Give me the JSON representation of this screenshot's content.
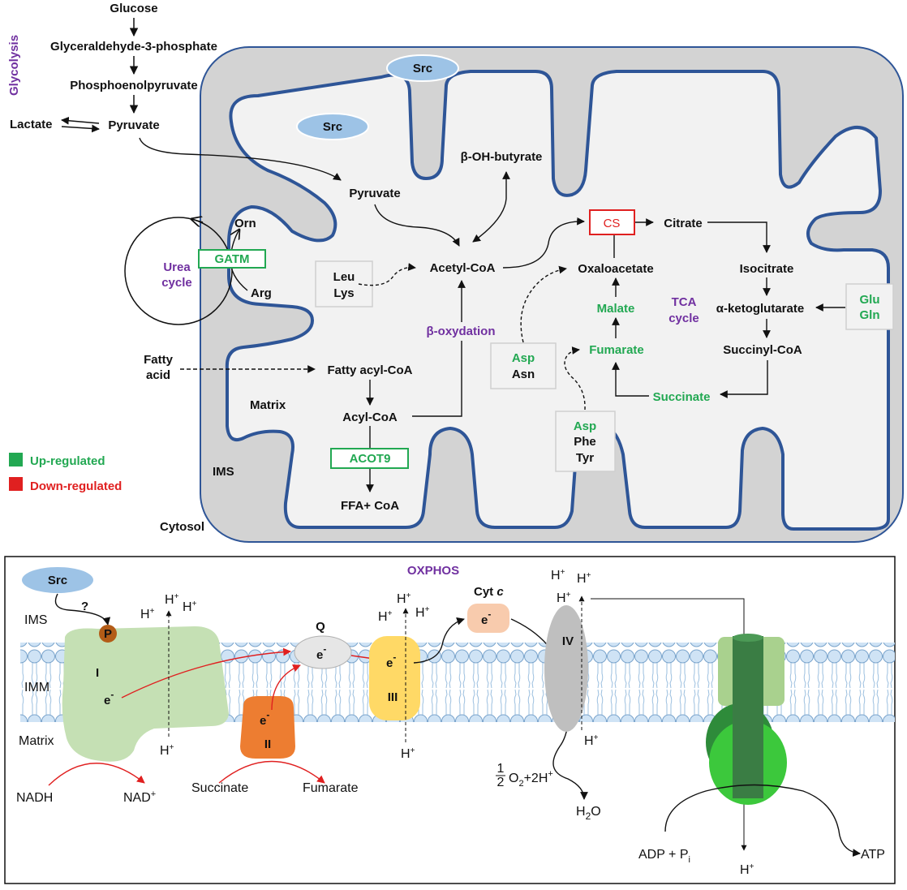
{
  "glycolysis": {
    "title": "Glycolysis",
    "glucose": "Glucose",
    "g3p": "Glyceraldehyde-3-phosphate",
    "pep": "Phosphoenolpyruvate",
    "pyruvate": "Pyruvate",
    "lactate": "Lactate"
  },
  "compartments": {
    "matrix": "Matrix",
    "ims": "IMS",
    "cytosol": "Cytosol"
  },
  "src_label": "Src",
  "urea": {
    "line1": "Urea",
    "line2": "cycle",
    "orn": "Orn",
    "arg": "Arg",
    "gatm": "GATM"
  },
  "metabolism": {
    "pyruvate": "Pyruvate",
    "bohb": "β-OH-butyrate",
    "acetyl_coa": "Acetyl-CoA",
    "leu": "Leu",
    "lys": "Lys",
    "beta_ox": "β-oxydation",
    "fatty_acid_1": "Fatty",
    "fatty_acid_2": "acid",
    "fatty_acyl_coa": "Fatty acyl-CoA",
    "acyl_coa": "Acyl-CoA",
    "acot9": "ACOT9",
    "ffa": "FFA+ CoA"
  },
  "tca": {
    "cs": "CS",
    "citrate": "Citrate",
    "isocitrate": "Isocitrate",
    "akg": "α-ketoglutarate",
    "succinyl_coa": "Succinyl-CoA",
    "succinate": "Succinate",
    "fumarate": "Fumarate",
    "malate": "Malate",
    "oxaloacetate": "Oxaloacetate",
    "cycle_1": "TCA",
    "cycle_2": "cycle",
    "glu": "Glu",
    "gln": "Gln",
    "asp": "Asp",
    "asn": "Asn",
    "asp2": "Asp",
    "phe": "Phe",
    "tyr": "Tyr"
  },
  "legend": {
    "up": "Up-regulated",
    "down": "Down-regulated",
    "up_color": "#22a852",
    "down_color": "#e02020"
  },
  "oxphos": {
    "title": "OXPHOS",
    "src": "Src",
    "question": "?",
    "p": "P",
    "ims": "IMS",
    "imm": "IMM",
    "matrix": "Matrix",
    "complex_i": "I",
    "complex_ii": "II",
    "complex_iii": "III",
    "complex_iv": "IV",
    "q": "Q",
    "cytc_1": "Cyt ",
    "cytc_2": "c",
    "electron": "e",
    "minus": "-",
    "hplus": "H",
    "plus": "+",
    "nadh": "NADH",
    "nad_1": "NAD",
    "nad_2": "+",
    "succinate": "Succinate",
    "fumarate": "Fumarate",
    "o2_num": "1",
    "o2_den": "2",
    "o2_main": "O",
    "o2_sub": "2",
    "o2_rest": "+2H",
    "o2_sup": "+",
    "h2o_1": "H",
    "h2o_2": "2",
    "h2o_3": "O",
    "adp": "ADP + P",
    "adp_sub": "i",
    "atp": "ATP"
  }
}
